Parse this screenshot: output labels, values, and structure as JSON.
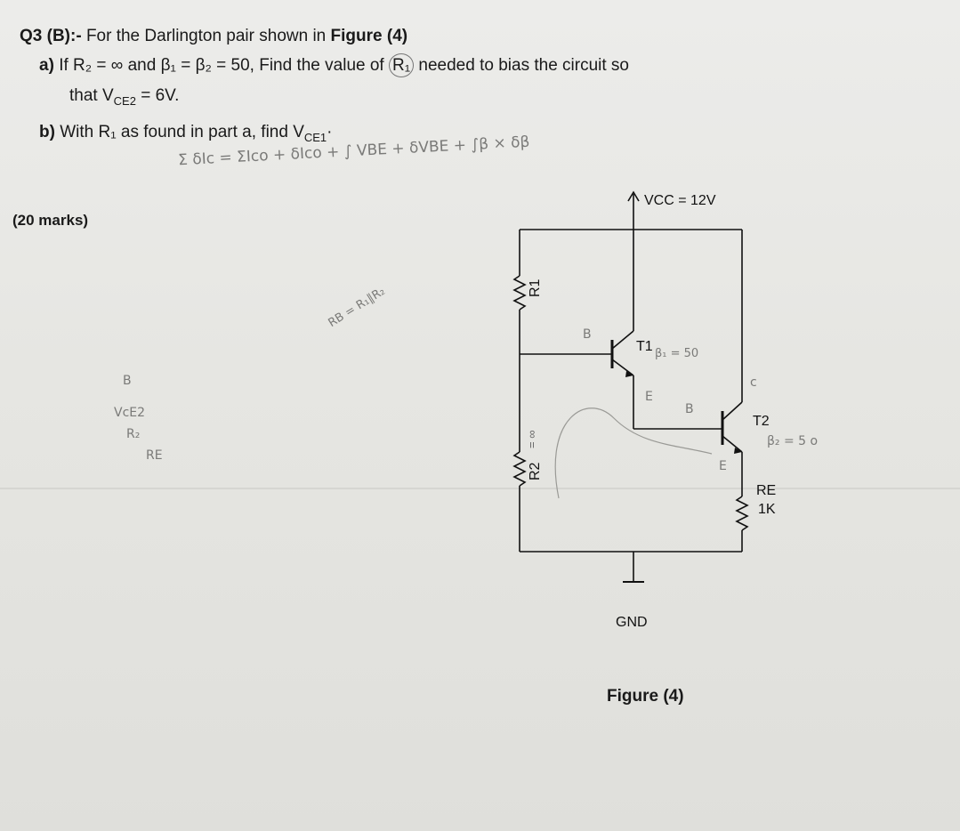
{
  "question": {
    "number": "Q3 (B):-",
    "intro": "For the Darlington pair shown in",
    "figure_ref": "Figure (4)",
    "part_a_label": "a)",
    "part_a_text_1": "If R₂ = ∞ and β₁ = β₂ = 50, Find the value of",
    "part_a_r1": "R₁",
    "part_a_text_2": "needed to bias the circuit so",
    "part_a_text_3": "that V",
    "part_a_sub": "CE2",
    "part_a_text_4": "= 6V.",
    "part_b_label": "b)",
    "part_b_text_1": "With R₁ as found in part a, find V",
    "part_b_sub": "CE1",
    "part_b_text_2": "·",
    "marks": "20 marks)"
  },
  "figure": {
    "caption": "Figure (4)",
    "vcc_label": "VCC = 12V",
    "r1_label": "R1",
    "r2_label": "R2",
    "t1_label": "T1",
    "t2_label": "T2",
    "re_label": "RE",
    "re_value": "1K",
    "gnd_label": "GND"
  },
  "handwriting": {
    "equation": "Σ δIc = ΣIco + δIco + ∫ VBE + δVBE + ∫β × δβ",
    "r2_value": "= ∞",
    "beta1": "β₁ = 50",
    "beta2": "β₂ = 5 o",
    "left_notes": [
      "B",
      "VcE2",
      "R₂",
      "RE"
    ],
    "diagonal_note": "RB = R₁∥R₂",
    "base_mark": "B",
    "emitter_mark": "E",
    "base2_mark": "B",
    "collector_mark": "c",
    "emitter2_mark": "E"
  }
}
